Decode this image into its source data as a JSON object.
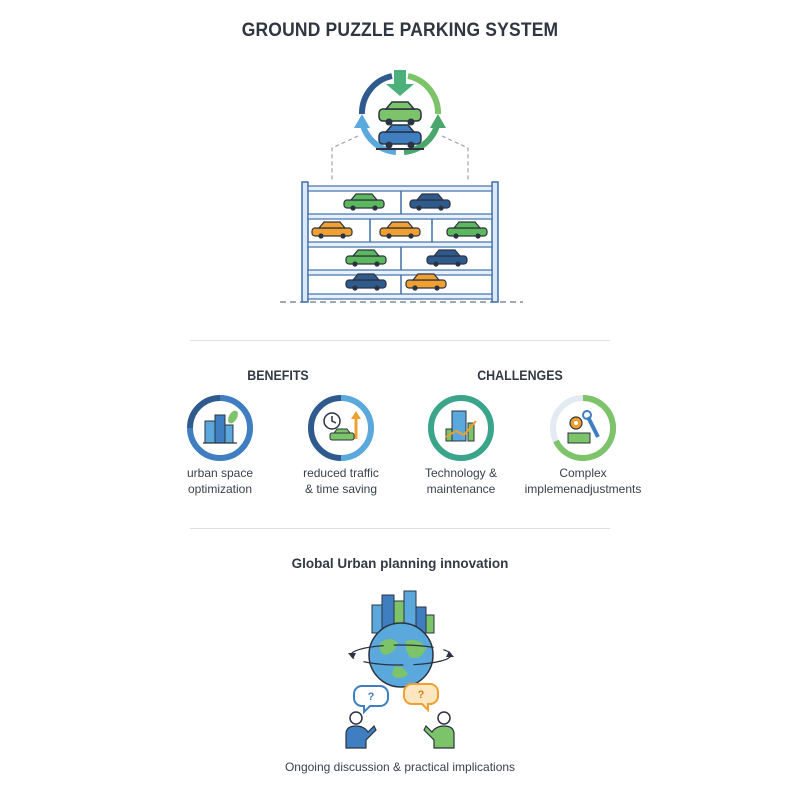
{
  "title": "GROUND PUZZLE PARKING SYSTEM",
  "benefits": {
    "heading": "BENEFITS",
    "items": [
      {
        "line1": "urban space",
        "line2": "optimization",
        "icon": "city-buildings-icon"
      },
      {
        "line1": "reduced traffic",
        "line2": "& time saving",
        "icon": "clock-car-icon"
      }
    ]
  },
  "challenges": {
    "heading": "CHALLENGES",
    "items": [
      {
        "line1": "Technology &",
        "line2": "maintenance",
        "icon": "building-chart-icon"
      },
      {
        "line1": "Complex",
        "line2": "implemenadjustments",
        "icon": "gear-wrench-icon"
      }
    ]
  },
  "global": {
    "heading": "Global Urban planning innovation",
    "caption": "Ongoing discussion & practical implications",
    "bubble_left": "?",
    "bubble_right": "?"
  },
  "colors": {
    "blue": "#3f7fc1",
    "navy": "#2f5a8e",
    "green": "#5cb85c",
    "orange": "#f0a030",
    "teal": "#3aa58a",
    "text": "#2f3640"
  }
}
